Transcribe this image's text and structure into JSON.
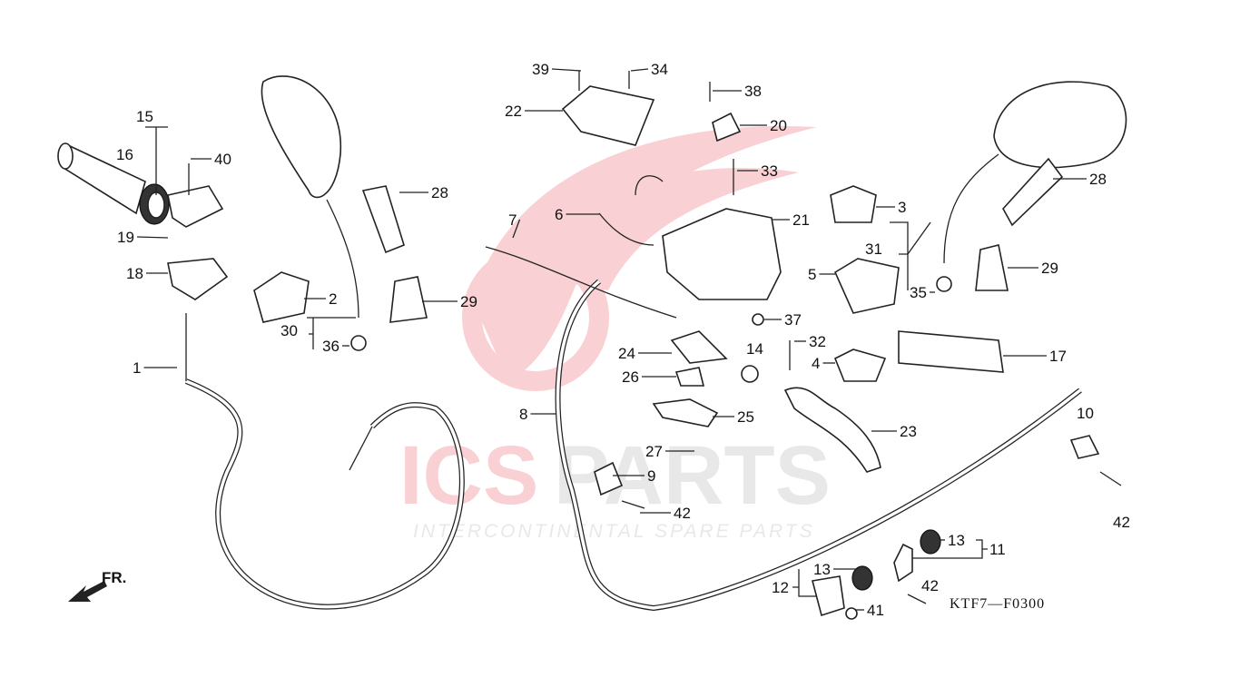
{
  "diagram": {
    "code": "KTF7—F0300",
    "direction_label": "FR.",
    "watermark": {
      "brand": "ICSPARTS",
      "tagline": "INTERCONTINENTAL SPARE PARTS",
      "color": "#e8303a"
    },
    "callouts": [
      "39",
      "34",
      "38",
      "22",
      "20",
      "15",
      "16",
      "40",
      "28",
      "33",
      "21",
      "3",
      "28",
      "7",
      "6",
      "31",
      "29",
      "19",
      "18",
      "2",
      "29",
      "5",
      "35",
      "30",
      "36",
      "37",
      "32",
      "14",
      "24",
      "4",
      "17",
      "1",
      "26",
      "25",
      "8",
      "23",
      "10",
      "27",
      "9",
      "42",
      "42",
      "13",
      "11",
      "13",
      "12",
      "42",
      "41"
    ]
  }
}
